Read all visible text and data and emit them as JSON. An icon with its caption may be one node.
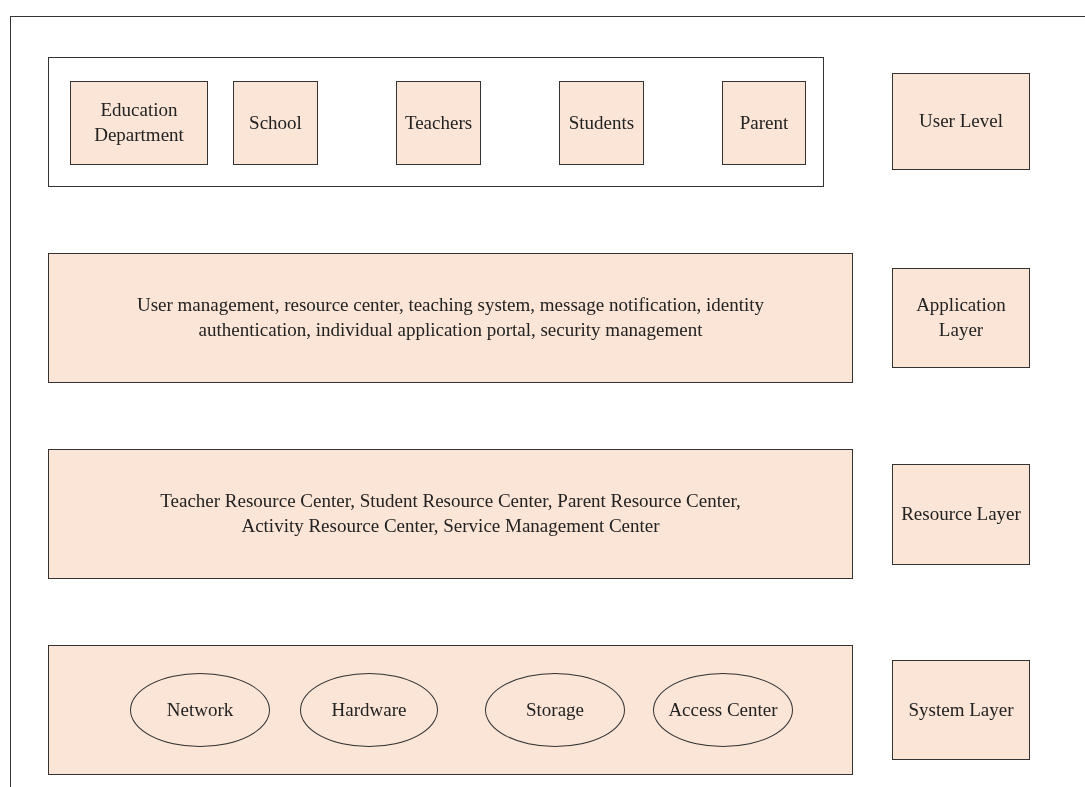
{
  "diagram": {
    "nodes": [
      {
        "text": [],
        "shape": "box"
      },
      {
        "text": [
          "Education Department"
        ],
        "in": 0
      },
      {
        "text": [
          "School"
        ],
        "in": 0
      },
      {
        "text": [
          "Teachers"
        ],
        "in": 0
      },
      {
        "text": [
          "Students"
        ],
        "in": 0
      },
      {
        "text": [
          "Parent"
        ],
        "in": 0
      },
      {
        "text": [
          "User Level"
        ]
      },
      {
        "text": [
          "User management, resource center, teaching system, message notification, identity authentication, individual application portal, security management"
        ]
      },
      {
        "text": [
          "Application Layer"
        ]
      },
      {
        "text": [
          "Teacher Resource Center, Student Resource Center, Parent Resource Center, Activity Resource Center, Service Management Center"
        ]
      },
      {
        "text": [
          "Resource Layer"
        ]
      },
      {
        "text": [],
        "shape": "box"
      },
      {
        "text": [
          "Network"
        ],
        "in": 11
      },
      {
        "text": [
          "Hardware"
        ],
        "in": 11
      },
      {
        "text": [
          "Storage"
        ],
        "in": 11
      },
      {
        "text": [
          "Access Center"
        ],
        "in": 11
      },
      {
        "text": [
          "System Layer"
        ]
      }
    ]
  }
}
